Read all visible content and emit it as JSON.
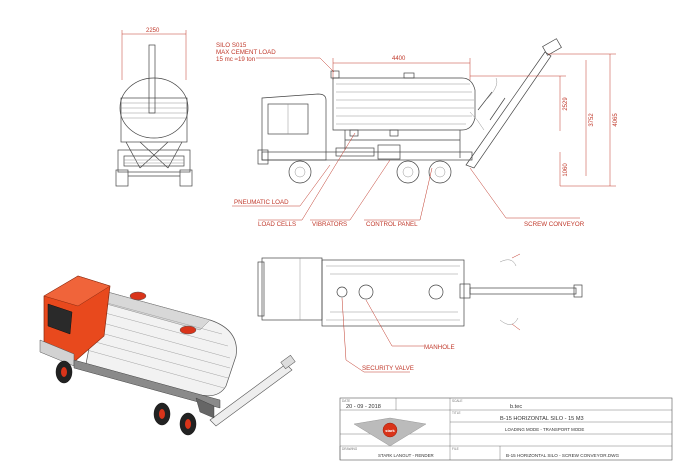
{
  "labels": {
    "silo_line1": "SILO S015",
    "silo_line2": "MAX CEMENT LOAD",
    "silo_line3": "15 mc ≈19 ton",
    "pneumatic_load": "PNEUMATIC LOAD",
    "load_cells": "LOAD CELLS",
    "vibrators": "VIBRATORS",
    "control_panel": "CONTROL PANEL",
    "screw_conveyor": "SCREW CONVEYOR",
    "manhole": "MANHOLE",
    "security_valve": "SECURITY VALVE"
  },
  "dimensions": {
    "front_width": "2250",
    "silo_length": "4400",
    "h_2529": "2529",
    "h_3752": "3752",
    "h_4065": "4065",
    "h_1060": "1060"
  },
  "title_block": {
    "date_caption": "DATE",
    "date": "20 - 09 - 2018",
    "scale_caption": "SCALE",
    "scale": "b.tec",
    "title_caption": "TITLE",
    "title": "B-15 HORIZONTAL SILO - 15 M3",
    "subtitle": "LOADING MODE - TRANSPORT MODE",
    "drawn_caption": "DRAWING",
    "drawn_by": "STARK LANGUT - RENDER",
    "file_caption": "FILE",
    "file": "B-15 HORIZONTAL SILO - SCREW CONVEYOR.DWG",
    "logo_text": "stark"
  },
  "colors": {
    "annotation": "#c0392b",
    "cab": "#e8491d",
    "line": "#444444"
  }
}
